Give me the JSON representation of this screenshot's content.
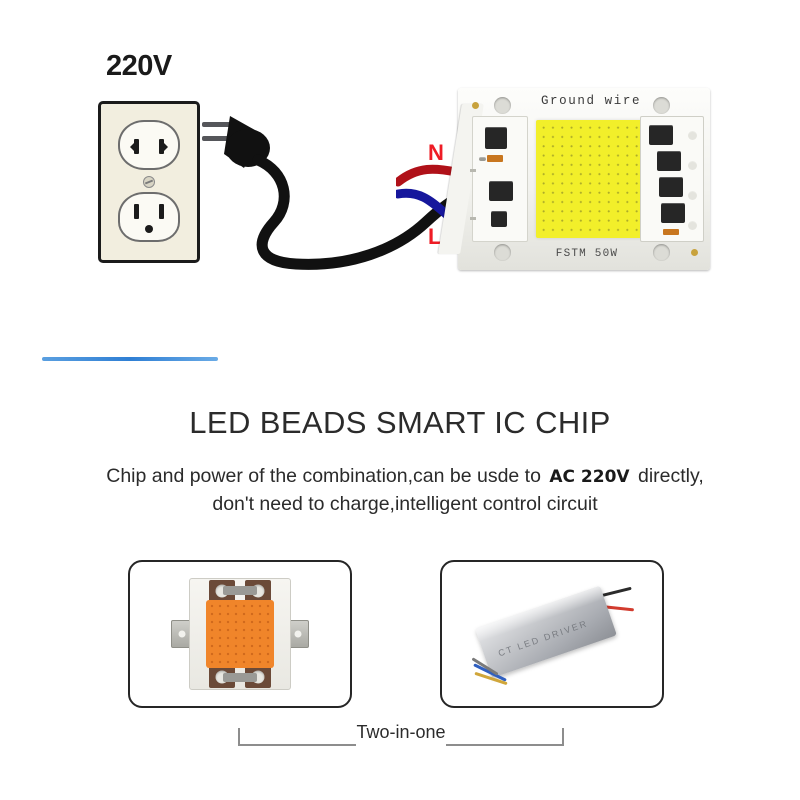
{
  "top_diagram": {
    "voltage_label": "220V",
    "outlet_name": "wall-outlet",
    "plug_name": "power-plug",
    "wire_labels": {
      "neutral": "N",
      "live": "L"
    },
    "chip": {
      "ground_text": "Ground wire",
      "model_text": "FSTM 50W"
    }
  },
  "divider_color": "#2f7fd4",
  "text_block": {
    "headline": "LED BEADS SMART IC CHIP",
    "body_part1": "Chip and power of the combination,can be usde to",
    "body_badge": "AC 220V",
    "body_part2": "directly,",
    "body_line2": "don't need to charge,intelligent control circuit"
  },
  "bottom_section": {
    "left_panel_name": "cob-led-chip-photo",
    "right_panel_name": "led-driver-photo",
    "driver_text": "CT LED DRIVER",
    "bracket_caption": "Two-in-one"
  }
}
